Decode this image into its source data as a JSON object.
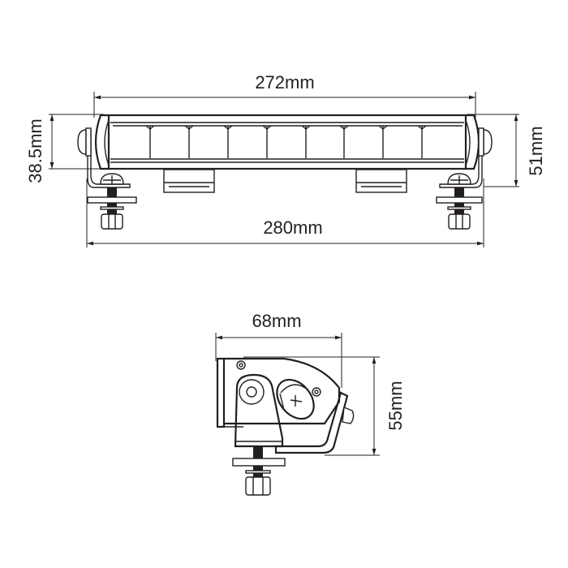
{
  "diagram": {
    "type": "technical-dimension-drawing",
    "subject": "LED light bar with mounting brackets",
    "colors": {
      "line": "#231f20",
      "background": "#ffffff"
    },
    "front_view": {
      "led_segments": 9,
      "dimensions": {
        "body_length": "272mm",
        "overall_length": "280mm",
        "body_height": "38.5mm",
        "overall_height": "51mm"
      }
    },
    "side_view": {
      "dimensions": {
        "depth": "68mm",
        "height": "55mm"
      }
    }
  }
}
